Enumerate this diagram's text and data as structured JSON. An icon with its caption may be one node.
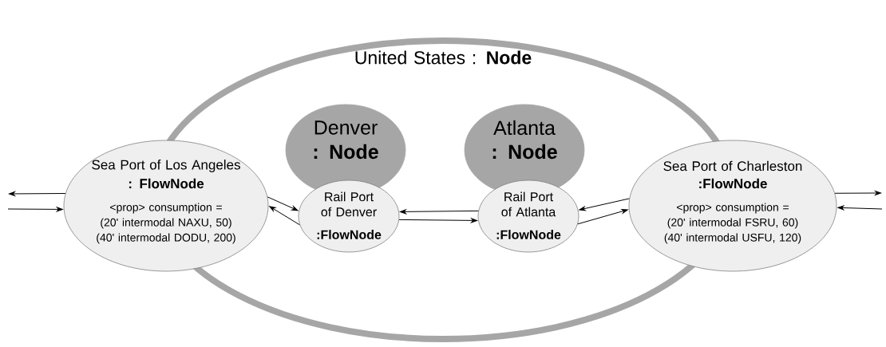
{
  "diagram": {
    "nodes": [
      {
        "text": [
          "United States : **Node**"
        ]
      },
      {
        "text": [
          "Sea Port of Los Angeles",
          ": FlowNode",
          "<prop> consumption =",
          "(20' intermodal NAXU, 50)",
          "(40' intermodal DODU, 200)"
        ]
      },
      {
        "text": [
          "Denver",
          ": Node"
        ],
        "in": 0
      },
      {
        "text": [
          "Rail Port of Denver",
          ":FlowNode"
        ],
        "in": 0
      },
      {
        "text": [
          "Atlanta",
          ": Node"
        ],
        "in": 0
      },
      {
        "text": [
          "Rail Port of Atlanta",
          ":FlowNode"
        ],
        "in": 0
      },
      {
        "text": [
          "Sea Port of Charleston",
          ":FlowNode",
          "<prop> consumption =",
          "(20' intermodal FSRU, 60)",
          "(40' intermodal USFU, 120)"
        ]
      }
    ],
    "edges": [
      {
        "from": 1,
        "to": null,
        "arrow": "to"
      },
      {
        "from": null,
        "to": 1,
        "arrow": "to"
      },
      {
        "from": 1,
        "to": 3,
        "arrow": "to"
      },
      {
        "from": 3,
        "to": 1,
        "arrow": "to"
      },
      {
        "from": 5,
        "to": 3,
        "arrow": "to"
      },
      {
        "from": 3,
        "to": 5,
        "arrow": "to"
      },
      {
        "from": 6,
        "to": 5,
        "arrow": "to"
      },
      {
        "from": 5,
        "to": 6,
        "arrow": "to"
      },
      {
        "from": 6,
        "to": null,
        "arrow": "to"
      },
      {
        "from": null,
        "to": 6,
        "arrow": "to"
      }
    ]
  }
}
